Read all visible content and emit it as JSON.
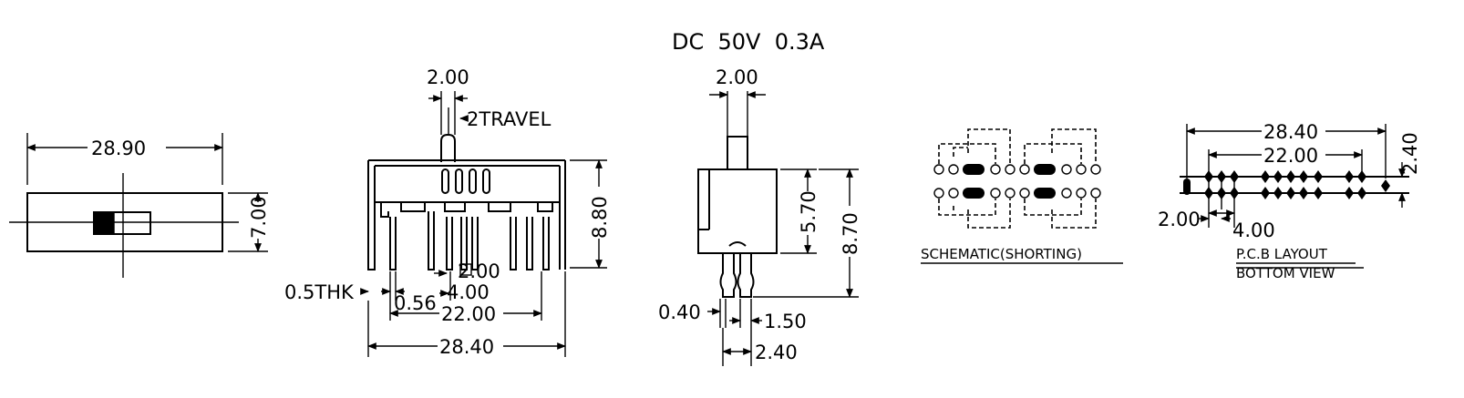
{
  "rating": "DC  50V  0.3A",
  "views": {
    "top": {
      "width": "28.90",
      "height": "7.00"
    },
    "front": {
      "actuator_width": "2.00",
      "travel": "2TRAVEL",
      "height": "8.80",
      "thickness": "0.5THK",
      "pin_width": "0.56",
      "pin_gap": "2.00",
      "pitch": "4.00",
      "pin_span": "22.00",
      "length": "28.40"
    },
    "side": {
      "actuator_width": "2.00",
      "body_height": "5.70",
      "total_height": "8.70",
      "pin_thickness": "0.40",
      "pin_width": "1.50",
      "pin_spacing": "2.40"
    },
    "schematic": {
      "title": "SCHEMATIC(SHORTING)"
    },
    "pcb": {
      "length": "28.40",
      "span": "22.00",
      "row_spacing": "2.40",
      "pin_pitch": "2.00",
      "group_pitch": "4.00",
      "title_line1": "P.C.B LAYOUT",
      "title_line2": "BOTTOM VIEW"
    }
  }
}
